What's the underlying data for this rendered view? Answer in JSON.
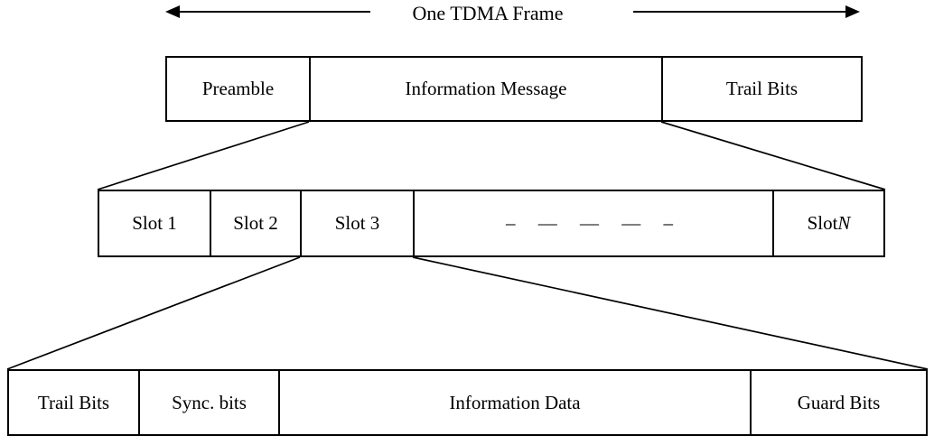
{
  "diagram": {
    "title": "One TDMA Frame",
    "frame_row": {
      "cells": [
        {
          "label": "Preamble"
        },
        {
          "label": "Information Message"
        },
        {
          "label": "Trail Bits"
        }
      ]
    },
    "slot_row": {
      "cells": [
        {
          "label": "Slot 1"
        },
        {
          "label": "Slot 2"
        },
        {
          "label": "Slot 3"
        },
        {
          "label": "– — — — –"
        },
        {
          "label_prefix": "Slot ",
          "label_suffix": "N"
        }
      ]
    },
    "slot_detail_row": {
      "cells": [
        {
          "label": "Trail Bits"
        },
        {
          "label": "Sync. bits"
        },
        {
          "label": "Information Data"
        },
        {
          "label": "Guard Bits"
        }
      ]
    },
    "colors": {
      "line": "#000000",
      "background": "#ffffff"
    }
  }
}
